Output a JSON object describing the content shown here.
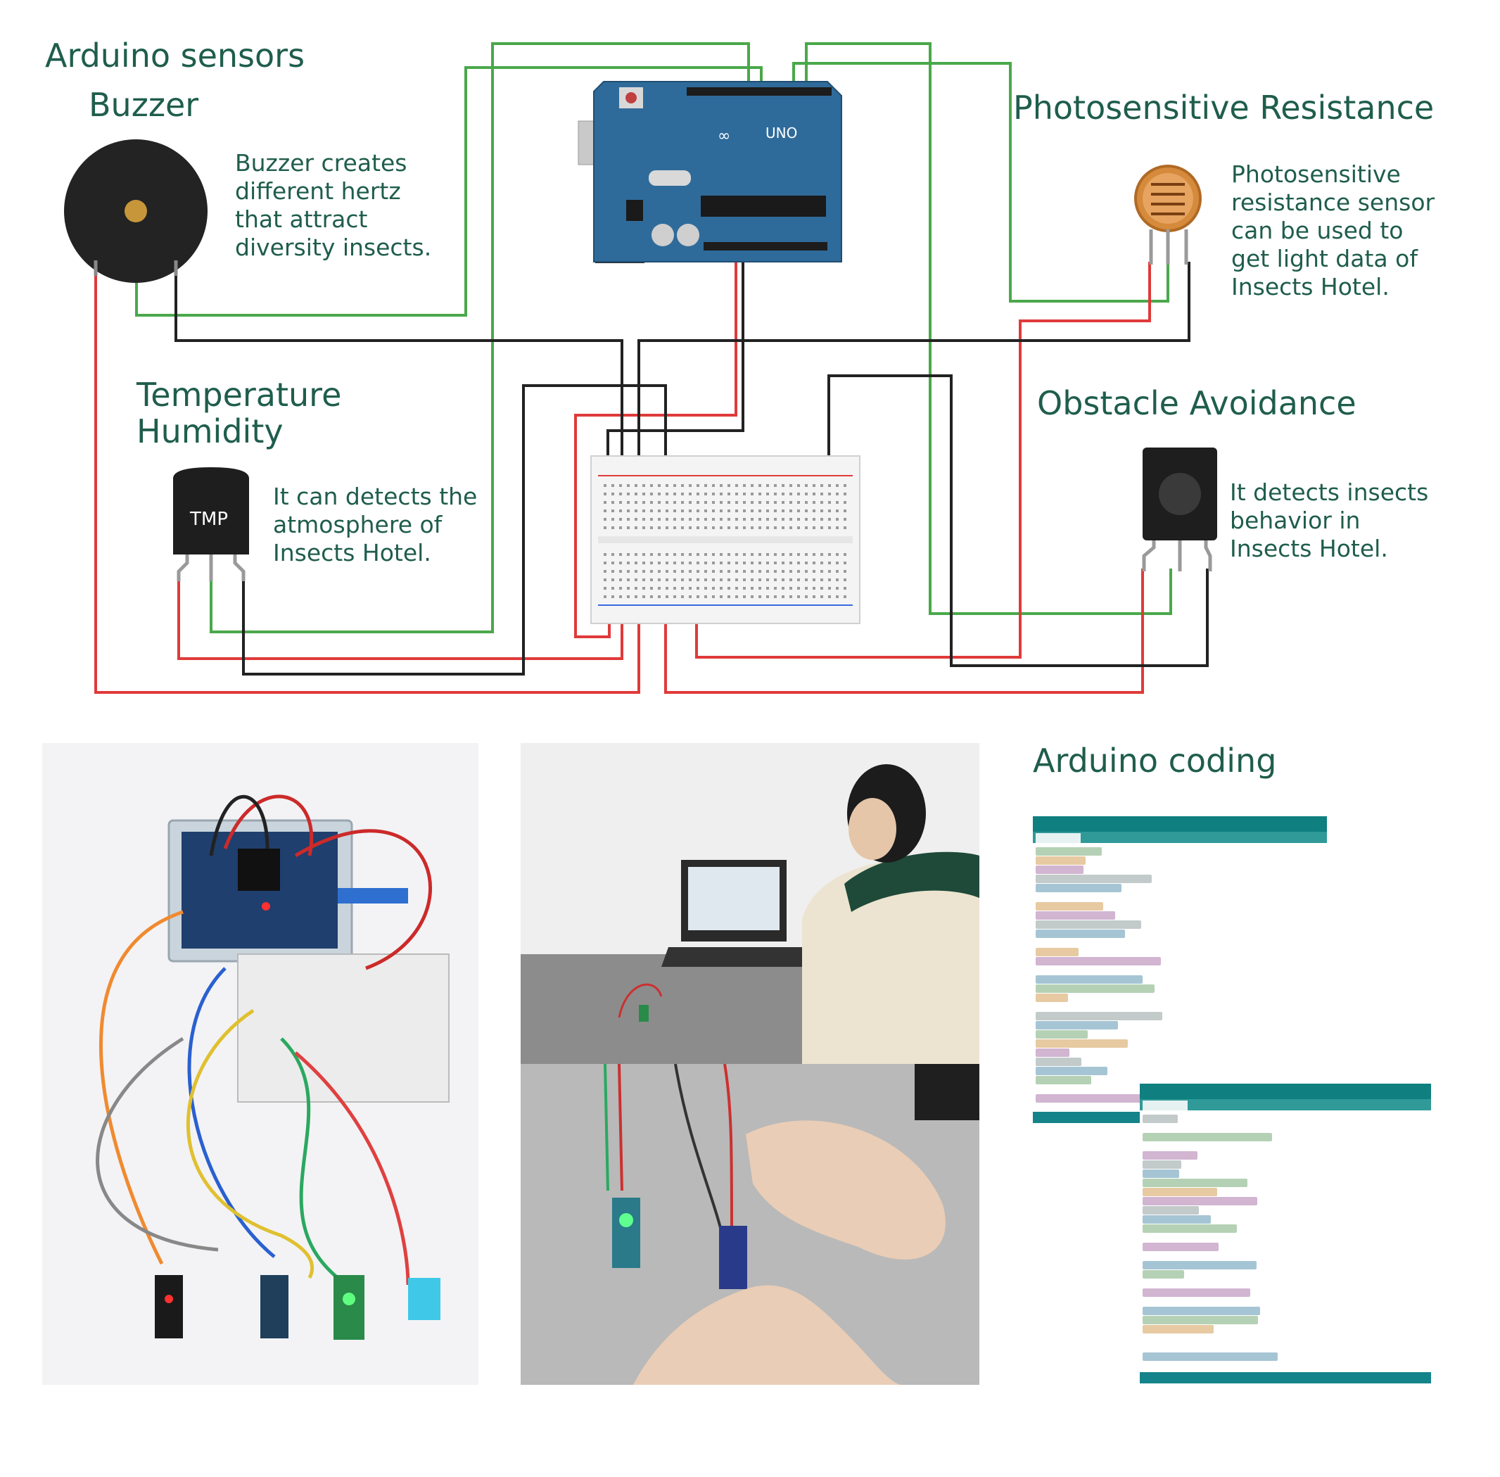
{
  "titles": {
    "arduino_sensors": "Arduino sensors",
    "buzzer": "Buzzer",
    "photosensitive": "Photosensitive Resistance",
    "temp_humidity_1": "Temperature",
    "temp_humidity_2": "Humidity",
    "obstacle": "Obstacle Avoidance",
    "coding": "Arduino coding"
  },
  "descriptions": {
    "buzzer": [
      "Buzzer creates",
      "different hertz",
      "that attract",
      "diversity insects."
    ],
    "photosensitive": [
      "Photosensitive",
      "resistance sensor",
      "can be used to",
      "get light data of",
      "Insects Hotel."
    ],
    "temperature": [
      "It can detects the",
      "atmosphere of",
      "Insects Hotel."
    ],
    "obstacle": [
      "It detects insects",
      "behavior in",
      "Insects Hotel."
    ]
  },
  "components": {
    "tmp_label": "TMP",
    "uno_label": "UNO"
  },
  "colors": {
    "text": "#1f5d4c",
    "wire_green": "#4aa84a",
    "wire_red": "#e03a3a",
    "wire_black": "#222222",
    "board_blue": "#2f6b9a",
    "code_teal": "#0f7f7f"
  }
}
